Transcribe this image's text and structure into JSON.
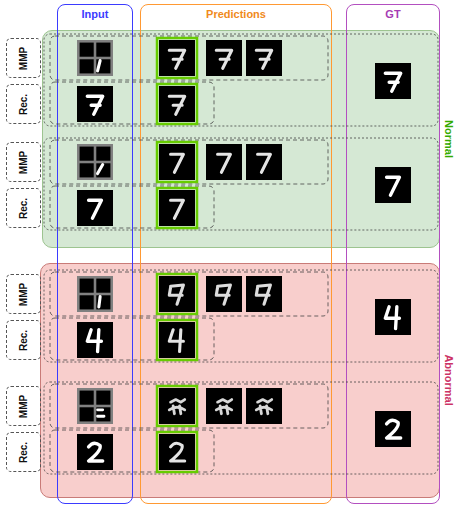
{
  "diagram": {
    "nodes": [
      {
        "text": [
          "Input"
        ]
      },
      {
        "text": [
          "Predictions"
        ]
      },
      {
        "text": [
          "GT"
        ]
      },
      {
        "text": [
          "Normal"
        ]
      },
      {
        "text": [
          "Abnormal"
        ]
      },
      {
        "text": [
          "MMP"
        ]
      },
      {
        "text": [
          "Rec."
        ]
      },
      {
        "text": [
          "MMP"
        ]
      },
      {
        "text": [
          "Rec."
        ]
      },
      {
        "text": [
          "MMP"
        ]
      },
      {
        "text": [
          "Rec."
        ]
      },
      {
        "text": [
          "MMP"
        ]
      },
      {
        "text": [
          "Rec."
        ]
      }
    ]
  }
}
